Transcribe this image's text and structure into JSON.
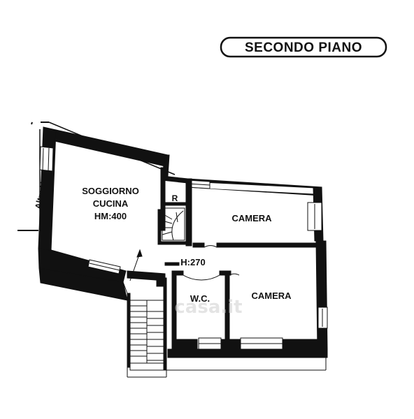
{
  "title": "SECONDO PIANO",
  "rooms": {
    "soggiorno": {
      "line1": "SOGGIORNO",
      "line2": "CUCINA",
      "line3": "HM:400"
    },
    "ripostiglio": "R",
    "camera_top": "CAMERA",
    "camera_bottom": "CAMERA",
    "wc": "W.C.",
    "height_label": "H:270"
  },
  "adjacent_unit": "Altra U.I.",
  "watermark": "casa.it",
  "colors": {
    "ink": "#111111",
    "paper": "#ffffff",
    "watermark": "#cfcfcf"
  }
}
